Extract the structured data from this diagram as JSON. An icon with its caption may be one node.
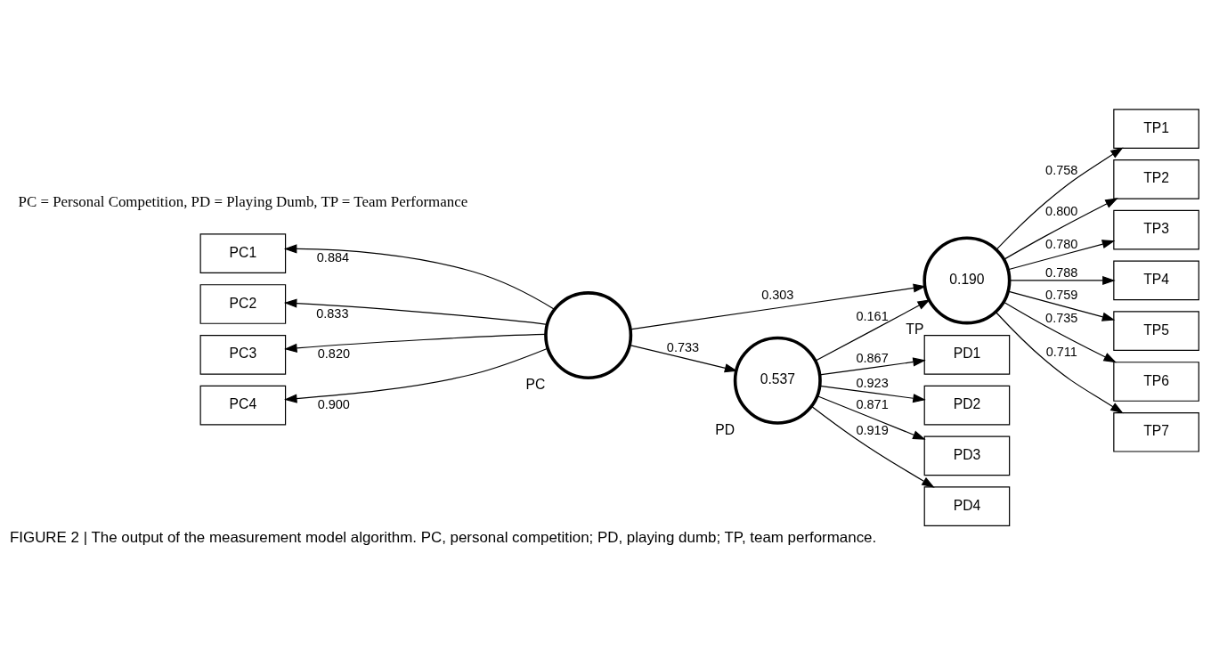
{
  "diagram": {
    "title": "FIGURE 2 | The output of the measurement model algorithm. PC, personal competition; PD, playing dumb; TP, team performance.",
    "nodes": [
      {
        "text": [],
        "shape": "circle",
        "beside": [
          "PC"
        ]
      },
      {
        "text": [
          "PC1"
        ]
      },
      {
        "text": [
          "PC2"
        ]
      },
      {
        "text": [
          "PC3"
        ]
      },
      {
        "text": [
          "PC4"
        ]
      },
      {
        "text": [
          "0.190"
        ],
        "beside": [
          "TP"
        ]
      },
      {
        "text": [
          "TP1"
        ]
      },
      {
        "text": [
          "TP2"
        ]
      },
      {
        "text": [
          "TP3"
        ]
      },
      {
        "text": [
          "TP4"
        ]
      },
      {
        "text": [
          "TP5"
        ]
      },
      {
        "text": [
          "TP6"
        ]
      },
      {
        "text": [
          "TP7"
        ]
      },
      {
        "text": [
          "0.537"
        ],
        "beside": [
          "PD"
        ]
      },
      {
        "text": [
          "PD1"
        ]
      },
      {
        "text": [
          "PD2"
        ]
      },
      {
        "text": [
          "PD3"
        ]
      },
      {
        "text": [
          "PD4"
        ]
      }
    ],
    "edges": [
      {
        "from": 0,
        "to": 1,
        "arrow": "to",
        "label": "0.884"
      },
      {
        "from": 0,
        "to": 2,
        "arrow": "to",
        "label": "0.833"
      },
      {
        "from": 0,
        "to": 3,
        "arrow": "to",
        "label": "0.820"
      },
      {
        "from": 0,
        "to": 4,
        "arrow": "to",
        "label": "0.900"
      },
      {
        "from": 0,
        "to": 5,
        "arrow": "to",
        "label": "0.303"
      },
      {
        "from": 0,
        "to": 13,
        "arrow": "to",
        "label": "0.733"
      },
      {
        "from": 13,
        "to": 5,
        "arrow": "to",
        "label": "0.161"
      },
      {
        "from": 5,
        "to": 6,
        "arrow": "to",
        "label": "0.758"
      },
      {
        "from": 5,
        "to": 7,
        "arrow": "to",
        "label": "0.800"
      },
      {
        "from": 5,
        "to": 8,
        "arrow": "to",
        "label": "0.780"
      },
      {
        "from": 5,
        "to": 9,
        "arrow": "to",
        "label": "0.788"
      },
      {
        "from": 5,
        "to": 10,
        "arrow": "to",
        "label": "0.759"
      },
      {
        "from": 5,
        "to": 11,
        "arrow": "to",
        "label": "0.735"
      },
      {
        "from": 5,
        "to": 12,
        "arrow": "to",
        "label": "0.711"
      },
      {
        "from": 13,
        "to": 14,
        "arrow": "to",
        "label": "0.867"
      },
      {
        "from": 13,
        "to": 15,
        "arrow": "to",
        "label": "0.923"
      },
      {
        "from": 13,
        "to": 16,
        "arrow": "to",
        "label": "0.871"
      },
      {
        "from": 13,
        "to": 17,
        "arrow": "to",
        "label": "0.919"
      }
    ],
    "labels": [
      "PC = Personal Competition, PD = Playing Dumb, TP = Team Performance"
    ]
  }
}
